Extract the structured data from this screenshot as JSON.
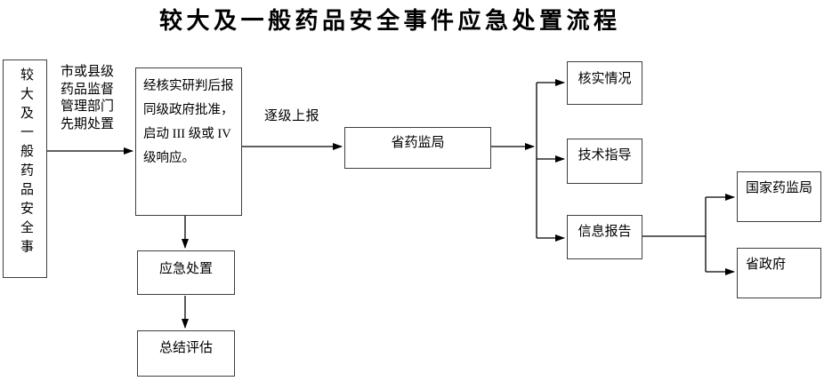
{
  "title": "较大及一般药品安全事件应急处置流程",
  "nodes": {
    "event": {
      "label": "较大及一般药品安全事件"
    },
    "main": {
      "lines": [
        "经核实研判后报",
        "同级政府批准，",
        "启动 III 级或 IV",
        "级响应。"
      ]
    },
    "province_bureau": {
      "label": "省药监局"
    },
    "emergency": {
      "label": "应急处置"
    },
    "summary": {
      "label": "总结评估"
    },
    "verify": {
      "label": "核实情况"
    },
    "guidance": {
      "label": "技术指导"
    },
    "report": {
      "label": "信息报告"
    },
    "national_bureau": {
      "label": "国家药监局"
    },
    "province_gov": {
      "label": "省政府"
    }
  },
  "labels": {
    "initial_disposal": "市或县级药品监督管理部门先期处置",
    "escalate": "逐级上报"
  }
}
